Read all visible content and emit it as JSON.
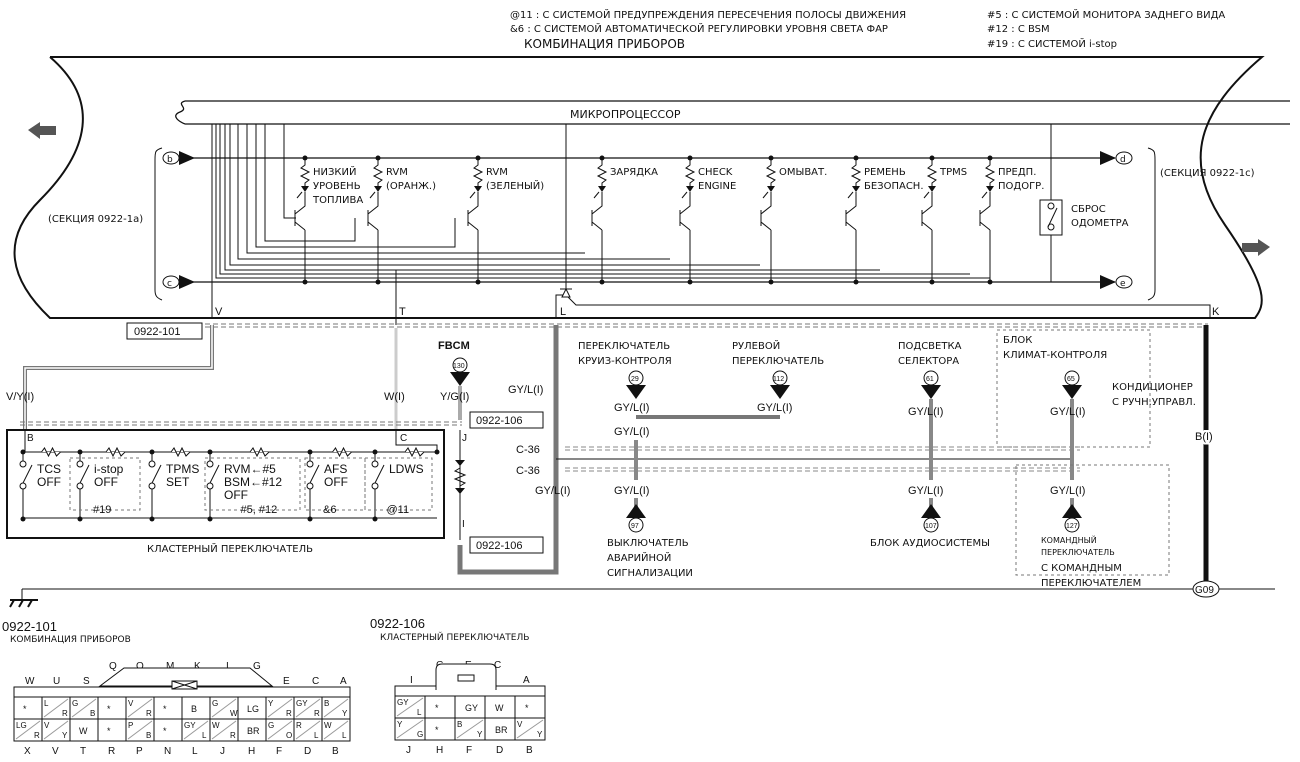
{
  "notes": {
    "left": [
      "@11 : С СИСТЕМОЙ ПРЕДУПРЕЖДЕНИЯ ПЕРЕСЕЧЕНИЯ ПОЛОСЫ ДВИЖЕНИЯ",
      "&6 : С СИСТЕМОЙ АВТОМАТИЧЕСКОЙ РЕГУЛИРОВКИ УРОВНЯ СВЕТА ФАР"
    ],
    "right": [
      "#5 : С СИСТЕМОЙ МОНИТОРА ЗАДНЕГО ВИДА",
      "#12 : С BSM",
      "#19 : С СИСТЕМОЙ i-stop"
    ]
  },
  "cluster": {
    "title": "КОМБИНАЦИЯ ПРИБОРОВ",
    "microprocessor": "МИКРОПРОЦЕССОР",
    "section_left": "(СЕКЦИЯ 0922-1a)",
    "section_right": "(СЕКЦИЯ 0922-1c)",
    "bus_labels": {
      "b": "b",
      "c": "c",
      "d": "d",
      "e": "e"
    },
    "lamps": [
      {
        "l1": "НИЗКИЙ",
        "l2": "УРОВЕНЬ",
        "l3": "ТОПЛИВА"
      },
      {
        "l1": "RVM",
        "l2": "(ОРАНЖ.)",
        "l3": ""
      },
      {
        "l1": "RVM",
        "l2": "(ЗЕЛЕНЫЙ)",
        "l3": ""
      },
      {
        "l1": "ЗАРЯДКА",
        "l2": "",
        "l3": ""
      },
      {
        "l1": "CHECK",
        "l2": "ENGINE",
        "l3": ""
      },
      {
        "l1": "ОМЫВАТ.",
        "l2": "",
        "l3": ""
      },
      {
        "l1": "РЕМЕНЬ",
        "l2": "БЕЗОПАСН.",
        "l3": ""
      },
      {
        "l1": "TPMS",
        "l2": "",
        "l3": ""
      },
      {
        "l1": "ПРЕДП.",
        "l2": "ПОДОГР.",
        "l3": ""
      }
    ],
    "odometer_reset": {
      "l1": "СБРОС",
      "l2": "ОДОМЕТРА"
    },
    "pins": {
      "V": "V",
      "T": "T",
      "L": "L",
      "K": "K"
    }
  },
  "connectors": {
    "c101": "0922-101",
    "c106a": "0922-106",
    "c106b": "0922-106",
    "c36a": "C-36",
    "c36b": "C-36"
  },
  "wires": {
    "vy": "V/Y(I)",
    "w": "W(I)",
    "yg": "Y/G(I)",
    "gyl_main": "GY/L(I)",
    "gyl_29": "GY/L(I)",
    "gyl_29b": "GY/L(I)",
    "gyl_112": "GY/L(I)",
    "gyl_61": "GY/L(I)",
    "gyl_65": "GY/L(I)",
    "gyl_main_b": "GY/L(I)",
    "gyl_97": "GY/L(I)",
    "gyl_107": "GY/L(I)",
    "gyl_127": "GY/L(I)",
    "b": "B(I)"
  },
  "fbcm": {
    "label": "FBCM",
    "ref": "130"
  },
  "switch_block": {
    "title": "КЛАСТЕРНЫЙ ПЕРЕКЛЮЧАТЕЛЬ",
    "pins": {
      "B": "B",
      "C": "C",
      "J": "J",
      "I": "I"
    },
    "switches": [
      {
        "l1": "TCS",
        "l2": "OFF",
        "l3": ""
      },
      {
        "l1": "i-stop",
        "l2": "OFF",
        "l3": ""
      },
      {
        "l1": "TPMS",
        "l2": "SET",
        "l3": ""
      },
      {
        "l1": "RVM←#5",
        "l2": "BSM←#12",
        "l3": "OFF"
      },
      {
        "l1": "AFS",
        "l2": "OFF",
        "l3": ""
      },
      {
        "l1": "LDWS",
        "l2": "",
        "l3": ""
      }
    ],
    "groups": [
      "#19",
      "#5, #12",
      "&6",
      "@11"
    ]
  },
  "destinations": {
    "cruise": {
      "l1": "ПЕРЕКЛЮЧАТЕЛЬ",
      "l2": "КРУИЗ-КОНТРОЛЯ",
      "ref": "29"
    },
    "steering": {
      "l1": "РУЛЕВОЙ",
      "l2": "ПЕРЕКЛЮЧАТЕЛЬ",
      "ref": "112"
    },
    "selector": {
      "l1": "ПОДСВЕТКА",
      "l2": "СЕЛЕКТОРА",
      "ref": "61"
    },
    "climate": {
      "l1": "БЛОК",
      "l2": "КЛИМАТ-КОНТРОЛЯ",
      "ref": "65"
    },
    "manual_ac": {
      "l1": "КОНДИЦИОНЕР",
      "l2": "С РУЧН.УПРАВЛ."
    },
    "hazard": {
      "l1": "ВЫКЛЮЧАТЕЛЬ",
      "l2": "АВАРИЙНОЙ",
      "l3": "СИГНАЛИЗАЦИИ",
      "ref": "97"
    },
    "audio": {
      "l1": "БЛОК АУДИОСИСТЕМЫ",
      "ref": "107"
    },
    "commander": {
      "l1": "КОМАНДНЫЙ",
      "l2": "ПЕРЕКЛЮЧАТЕЛЬ",
      "ref": "127",
      "g1": "С КОМАНДНЫМ",
      "g2": "ПЕРЕКЛЮЧАТЕЛЕМ"
    },
    "ground": {
      "ref": "G09"
    }
  },
  "face101": {
    "code": "0922-101",
    "title": "КОМБИНАЦИЯ ПРИБОРОВ",
    "top_letters": [
      "Q",
      "O",
      "M",
      "K",
      "I",
      "G"
    ],
    "side_letters": [
      "W",
      "U",
      "S",
      "E",
      "C",
      "A"
    ],
    "row1": [
      [
        "*",
        ""
      ],
      [
        "L",
        "R"
      ],
      [
        "G",
        "B"
      ],
      [
        "*",
        ""
      ],
      [
        "V",
        "R"
      ],
      [
        "*",
        ""
      ],
      [
        "B",
        ""
      ],
      [
        "G",
        "W"
      ],
      [
        "LG",
        ""
      ],
      [
        "Y",
        "R"
      ],
      [
        "GY",
        "R"
      ],
      [
        "B",
        "Y"
      ]
    ],
    "row2": [
      [
        "LG",
        "R"
      ],
      [
        "V",
        "Y"
      ],
      [
        "W",
        ""
      ],
      [
        "*",
        ""
      ],
      [
        "P",
        "B"
      ],
      [
        "*",
        ""
      ],
      [
        "GY",
        "L"
      ],
      [
        "W",
        "R"
      ],
      [
        "BR",
        ""
      ],
      [
        "G",
        "O"
      ],
      [
        "R",
        "L"
      ],
      [
        "W",
        "L"
      ]
    ],
    "bottom_letters": [
      "X",
      "V",
      "T",
      "R",
      "P",
      "N",
      "L",
      "J",
      "H",
      "F",
      "D",
      "B"
    ]
  },
  "face106": {
    "code": "0922-106",
    "title": "КЛАСТЕРНЫЙ ПЕРЕКЛЮЧАТЕЛЬ",
    "top_letters": [
      "G",
      "E",
      "C"
    ],
    "side_letters": [
      "I",
      "A"
    ],
    "row1": [
      [
        "GY",
        "L"
      ],
      [
        "*",
        ""
      ],
      [
        "GY",
        ""
      ],
      [
        "W",
        ""
      ],
      [
        "*",
        ""
      ]
    ],
    "row2": [
      [
        "Y",
        "G"
      ],
      [
        "*",
        ""
      ],
      [
        "B",
        "Y"
      ],
      [
        "BR",
        ""
      ],
      [
        "V",
        "Y"
      ]
    ],
    "bottom_letters": [
      "J",
      "H",
      "F",
      "D",
      "B"
    ]
  }
}
